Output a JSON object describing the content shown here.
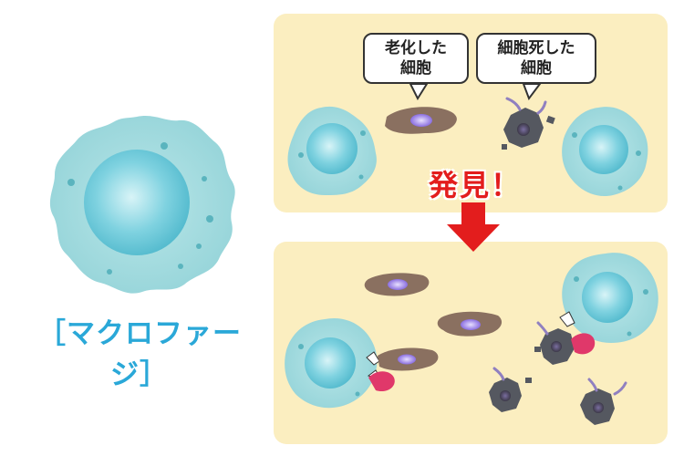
{
  "title": "［マクロファージ］",
  "bubbles": {
    "aged": {
      "line1": "老化した",
      "line2": "細胞"
    },
    "dead": {
      "line1": "細胞死した",
      "line2": "細胞"
    }
  },
  "found_label": "発見！",
  "colors": {
    "panel": "#fbeec0",
    "macrophage_outer": "#a5dde0",
    "macrophage_nucleus": "#6ecbdc",
    "aged_cell": "#8a7060",
    "dead_cell": "#555860",
    "arrow": "#e31d1d",
    "title": "#2aa8d8",
    "tongue": "#e0386a"
  }
}
